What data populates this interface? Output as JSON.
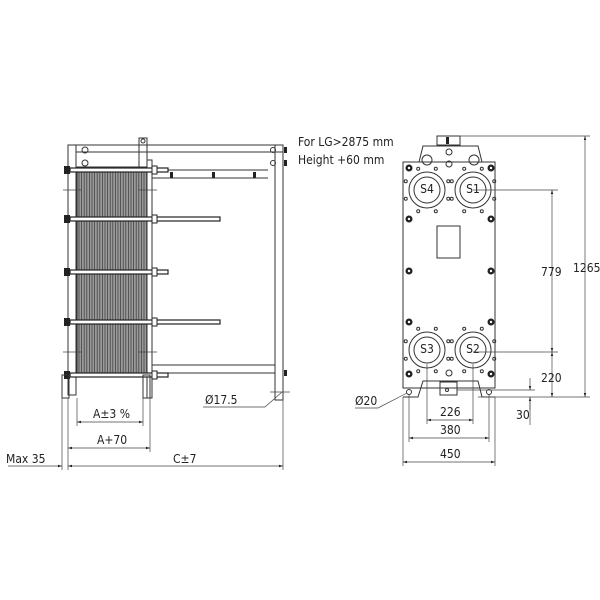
{
  "note": {
    "line1": "For LG>2875 mm",
    "line2": "Height +60 mm"
  },
  "side_view": {
    "dims": {
      "a_tol": "A±3 %",
      "a_plus": "A+70",
      "max": "Max 35",
      "c": "C±7",
      "hole": "Ø17.5"
    }
  },
  "front_view": {
    "ports": {
      "s1": "S1",
      "s2": "S2",
      "s3": "S3",
      "s4": "S4"
    },
    "dims": {
      "h_total": "1265",
      "h_ports": "779",
      "h_bottom": "220",
      "h_foot": "30",
      "w_foot": "226",
      "w_bolts": "380",
      "w_total": "450",
      "hole": "Ø20"
    }
  }
}
